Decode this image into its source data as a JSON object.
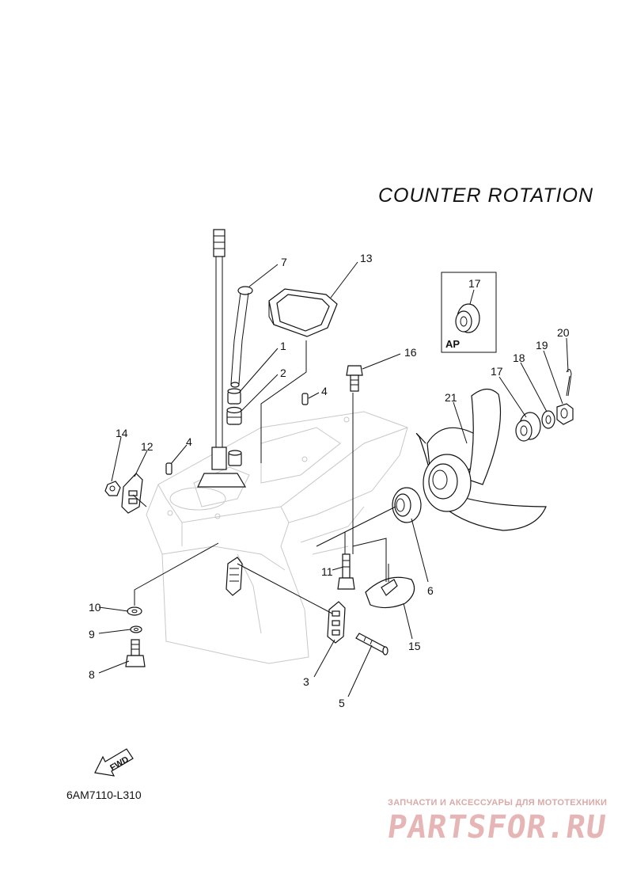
{
  "diagram": {
    "title": "COUNTER  ROTATION",
    "drawing_code": "6AM7110-L310",
    "fwd_label": "FWD",
    "inset_label": "AP",
    "callouts": [
      "1",
      "2",
      "3",
      "4",
      "4",
      "5",
      "6",
      "7",
      "8",
      "9",
      "10",
      "11",
      "12",
      "13",
      "14",
      "15",
      "16",
      "17",
      "17",
      "18",
      "19",
      "20",
      "21"
    ]
  },
  "watermark": {
    "tagline": "ЗАПЧАСТИ И АКСЕССУАРЫ ДЛЯ МОТОТЕХНИКИ",
    "logo": "PARTSFOR.RU"
  }
}
